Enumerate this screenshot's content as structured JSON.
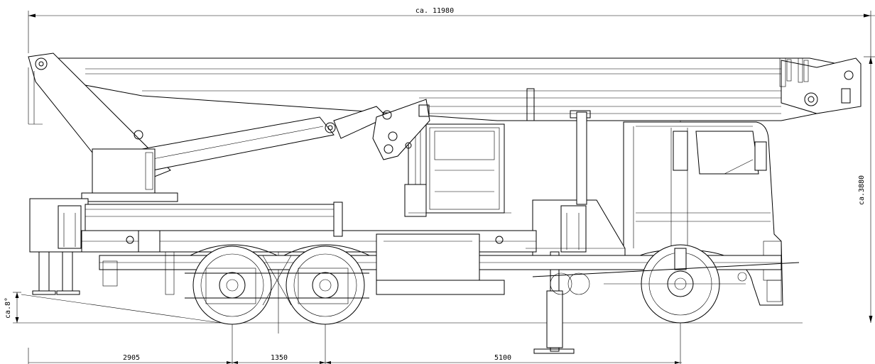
{
  "drawing": {
    "dimensions": {
      "overall_length": "ca. 11980",
      "overall_height": "ca.3880",
      "angle": "ca.8°",
      "rear_overhang": "2905",
      "axle_spacing": "1350",
      "wheelbase": "5100"
    },
    "line_color": "#000000",
    "background": "#ffffff"
  }
}
